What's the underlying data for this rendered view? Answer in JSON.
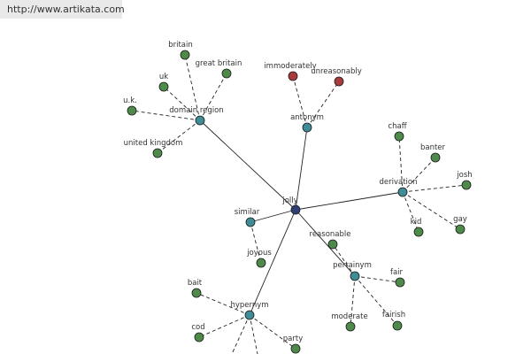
{
  "watermark": "http://www.artikata.com",
  "colors": {
    "hub": "#2e3f78",
    "relation": "#3f8c96",
    "leaf": "#4e8a4a",
    "antonym_leaf": "#a83b3b",
    "edge": "#222222"
  },
  "graph": {
    "center": {
      "id": "jolly",
      "label": "jolly"
    },
    "relations": [
      {
        "id": "domainregion",
        "label": "domain region"
      },
      {
        "id": "antonym",
        "label": "antonym"
      },
      {
        "id": "derivation",
        "label": "derivation"
      },
      {
        "id": "similar",
        "label": "similar"
      },
      {
        "id": "pertainym",
        "label": "pertainym"
      },
      {
        "id": "hypernym",
        "label": "hypernym"
      }
    ],
    "leaves": [
      {
        "id": "britain",
        "label": "britain",
        "parent": "domainregion"
      },
      {
        "id": "great-britain",
        "label": "great britain",
        "parent": "domainregion"
      },
      {
        "id": "uk",
        "label": "uk",
        "parent": "domainregion"
      },
      {
        "id": "u-k",
        "label": "u.k.",
        "parent": "domainregion"
      },
      {
        "id": "united-kingdom",
        "label": "united kingdom",
        "parent": "domainregion"
      },
      {
        "id": "immoderately",
        "label": "immoderately",
        "parent": "antonym",
        "kind": "antonym"
      },
      {
        "id": "unreasonably",
        "label": "unreasonably",
        "parent": "antonym",
        "kind": "antonym"
      },
      {
        "id": "chaff",
        "label": "chaff",
        "parent": "derivation"
      },
      {
        "id": "banter",
        "label": "banter",
        "parent": "derivation"
      },
      {
        "id": "josh",
        "label": "josh",
        "parent": "derivation"
      },
      {
        "id": "gay",
        "label": "gay",
        "parent": "derivation"
      },
      {
        "id": "kid",
        "label": "kid",
        "parent": "derivation"
      },
      {
        "id": "joyous",
        "label": "joyous",
        "parent": "similar"
      },
      {
        "id": "reasonable",
        "label": "reasonable",
        "parent": "pertainym"
      },
      {
        "id": "fair",
        "label": "fair",
        "parent": "pertainym"
      },
      {
        "id": "fairish",
        "label": "fairish",
        "parent": "pertainym"
      },
      {
        "id": "moderate",
        "label": "moderate",
        "parent": "pertainym"
      },
      {
        "id": "bait",
        "label": "bait",
        "parent": "hypernym"
      },
      {
        "id": "cod",
        "label": "cod",
        "parent": "hypernym"
      },
      {
        "id": "party",
        "label": "party",
        "parent": "hypernym"
      }
    ]
  }
}
